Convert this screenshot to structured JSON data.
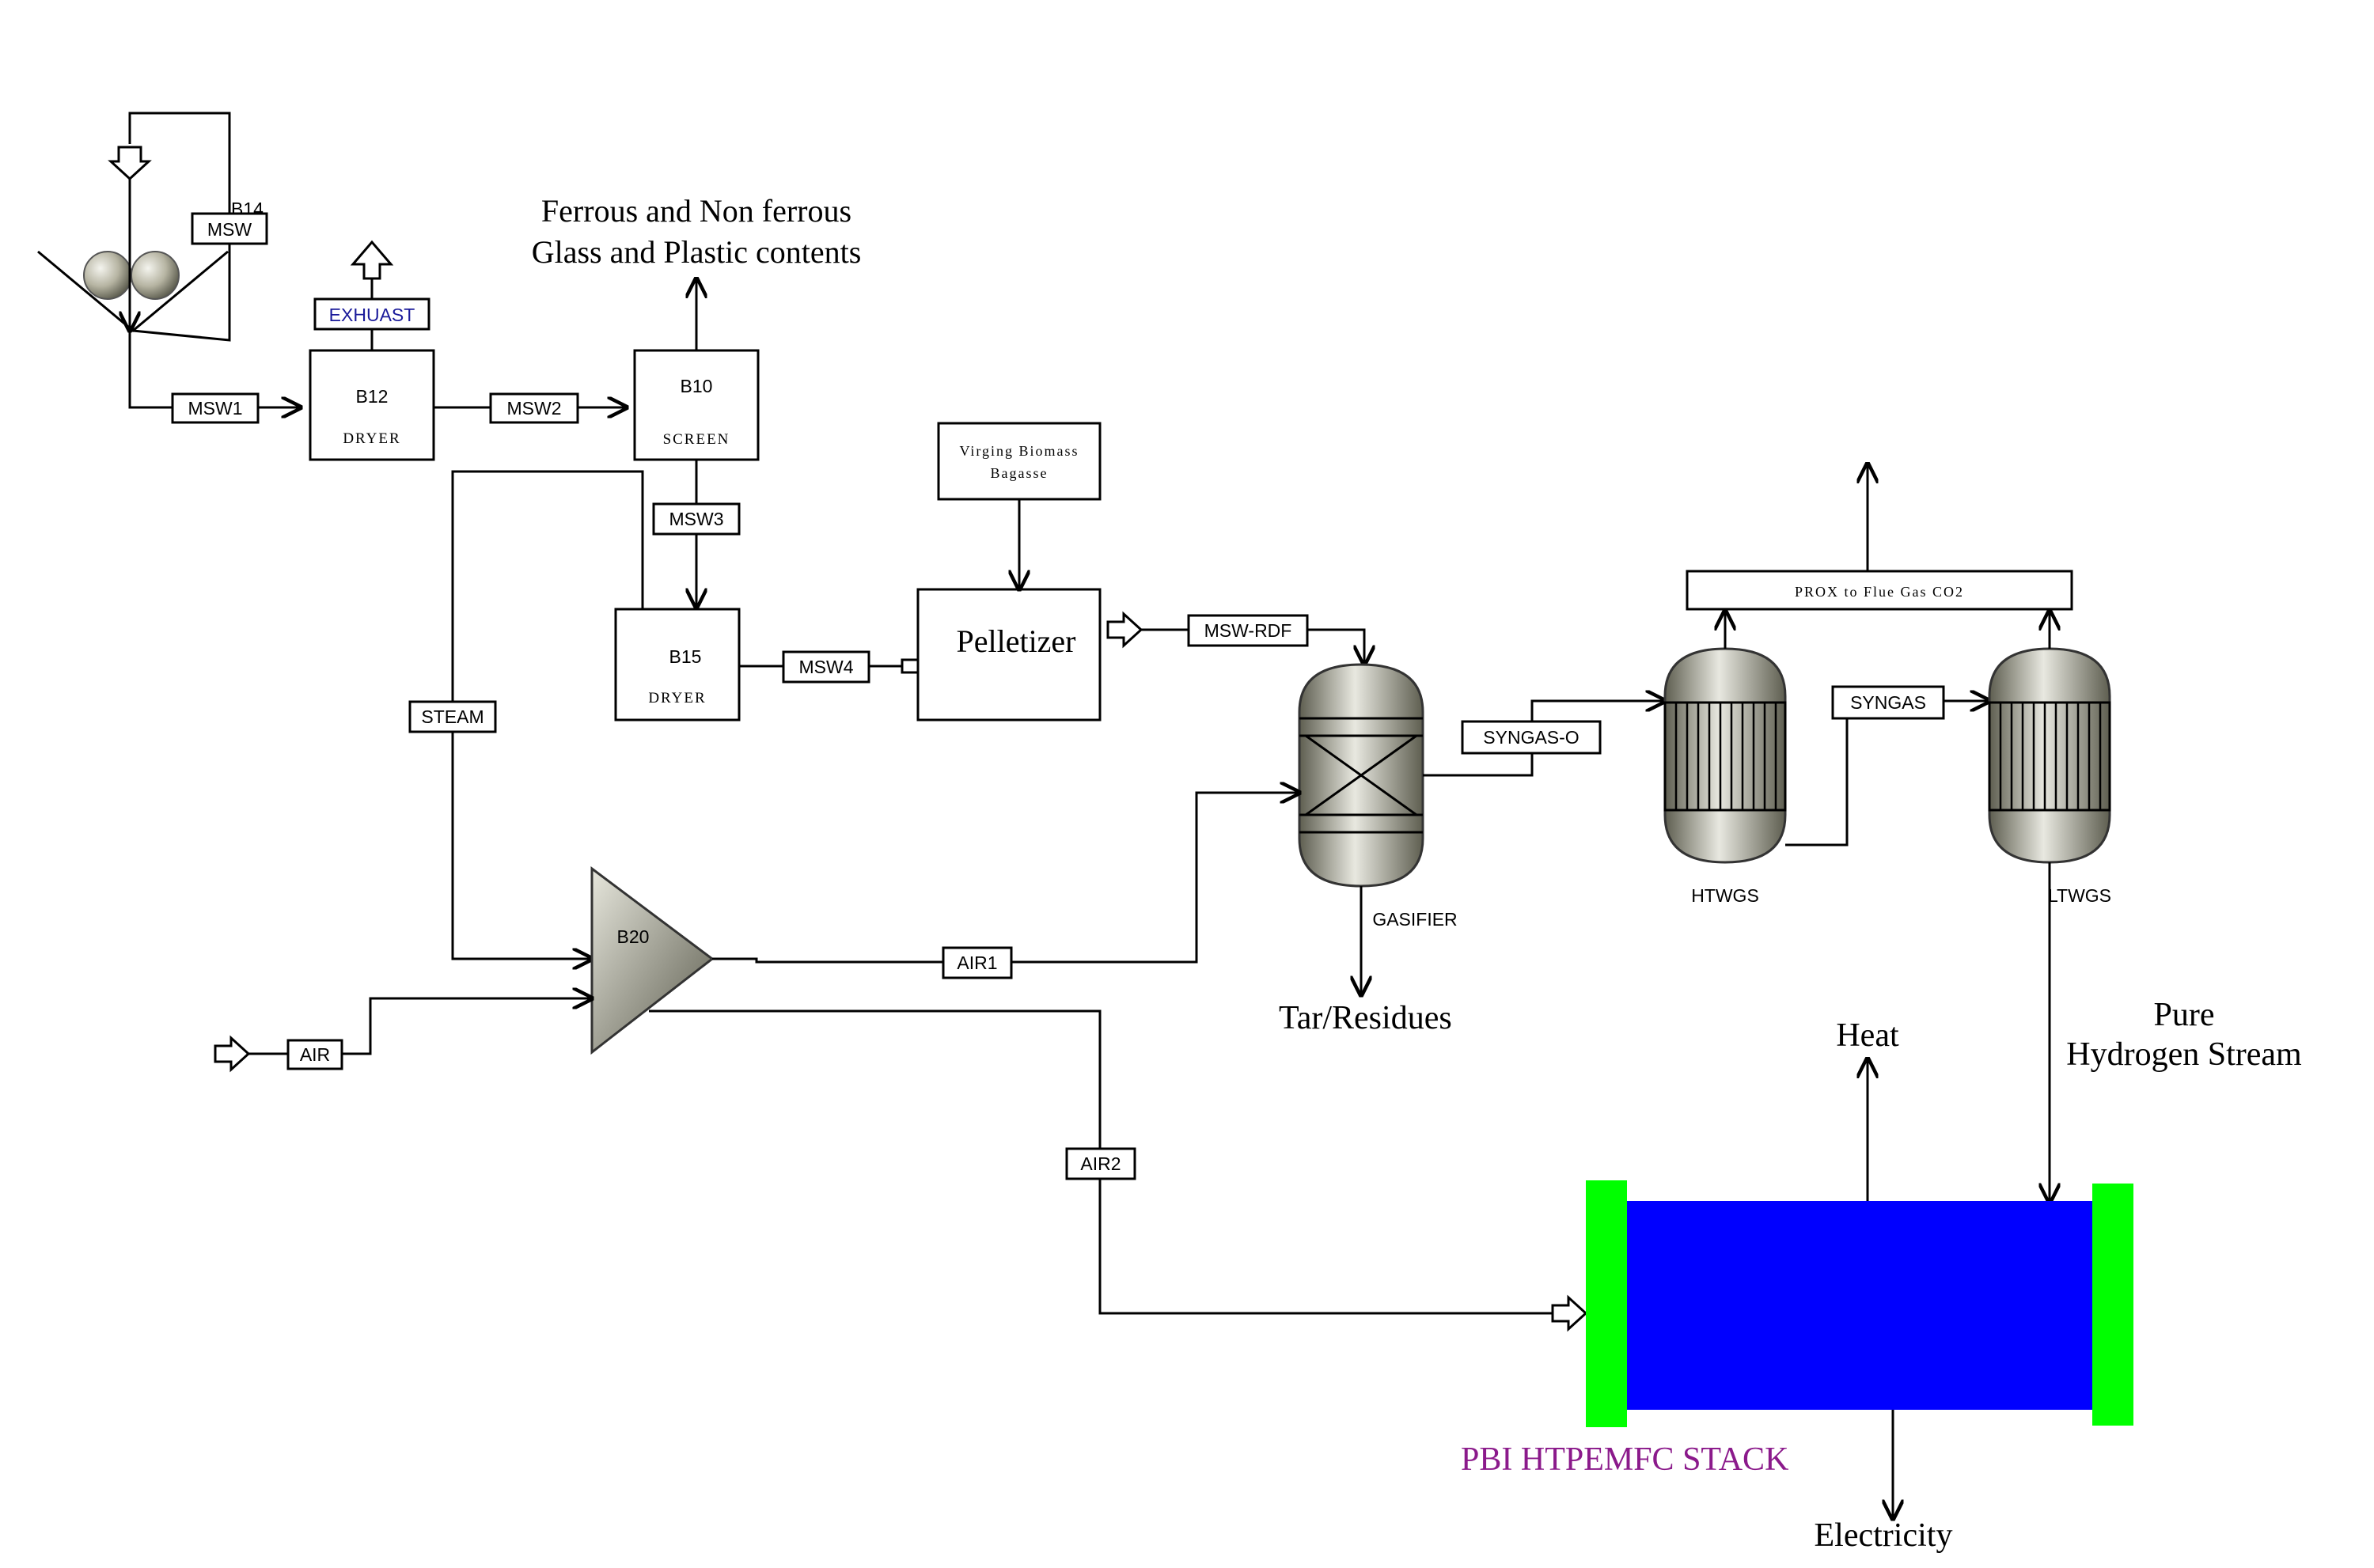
{
  "title": "",
  "blocks": {
    "crusher": "B14",
    "dryer1": {
      "id": "B12",
      "type": "DRYER"
    },
    "screen": {
      "id": "B10",
      "type": "SCREEN"
    },
    "dryer2": {
      "id": "B15",
      "type": "DRYER"
    },
    "pelletizer": "Pelletizer",
    "biomass": {
      "line1": "Virging Biomass",
      "line2": "Bagasse"
    },
    "compressor": "B20",
    "gasifier": "GASIFIER",
    "htwgs": "HTWGS",
    "ltwgs": "LTWGS",
    "prox": "PROX to Flue Gas CO2"
  },
  "streams": {
    "msw": "MSW",
    "msw1": "MSW1",
    "msw2": "MSW2",
    "msw3": "MSW3",
    "msw4": "MSW4",
    "exhaust": "EXHUAST",
    "steam": "STEAM",
    "msw_rdf": "MSW-RDF",
    "syngas_o": "SYNGAS-O",
    "syngas": "SYNGAS",
    "air": "AIR",
    "air1": "AIR1",
    "air2": "AIR2"
  },
  "annotations": {
    "ferrous_line1": "Ferrous and Non ferrous",
    "ferrous_line2": "Glass and Plastic contents",
    "tar": "Tar/Residues",
    "heat": "Heat",
    "pure_line1": "Pure",
    "pure_line2": "Hydrogen Stream",
    "stack": "PBI HTPEMFC STACK",
    "electricity": "Electricity"
  },
  "colors": {
    "stack_body": "#0000ff",
    "stack_endplate": "#00ff00",
    "stack_label": "#8b1a8b",
    "exhaust_label": "#1a1a9a"
  }
}
